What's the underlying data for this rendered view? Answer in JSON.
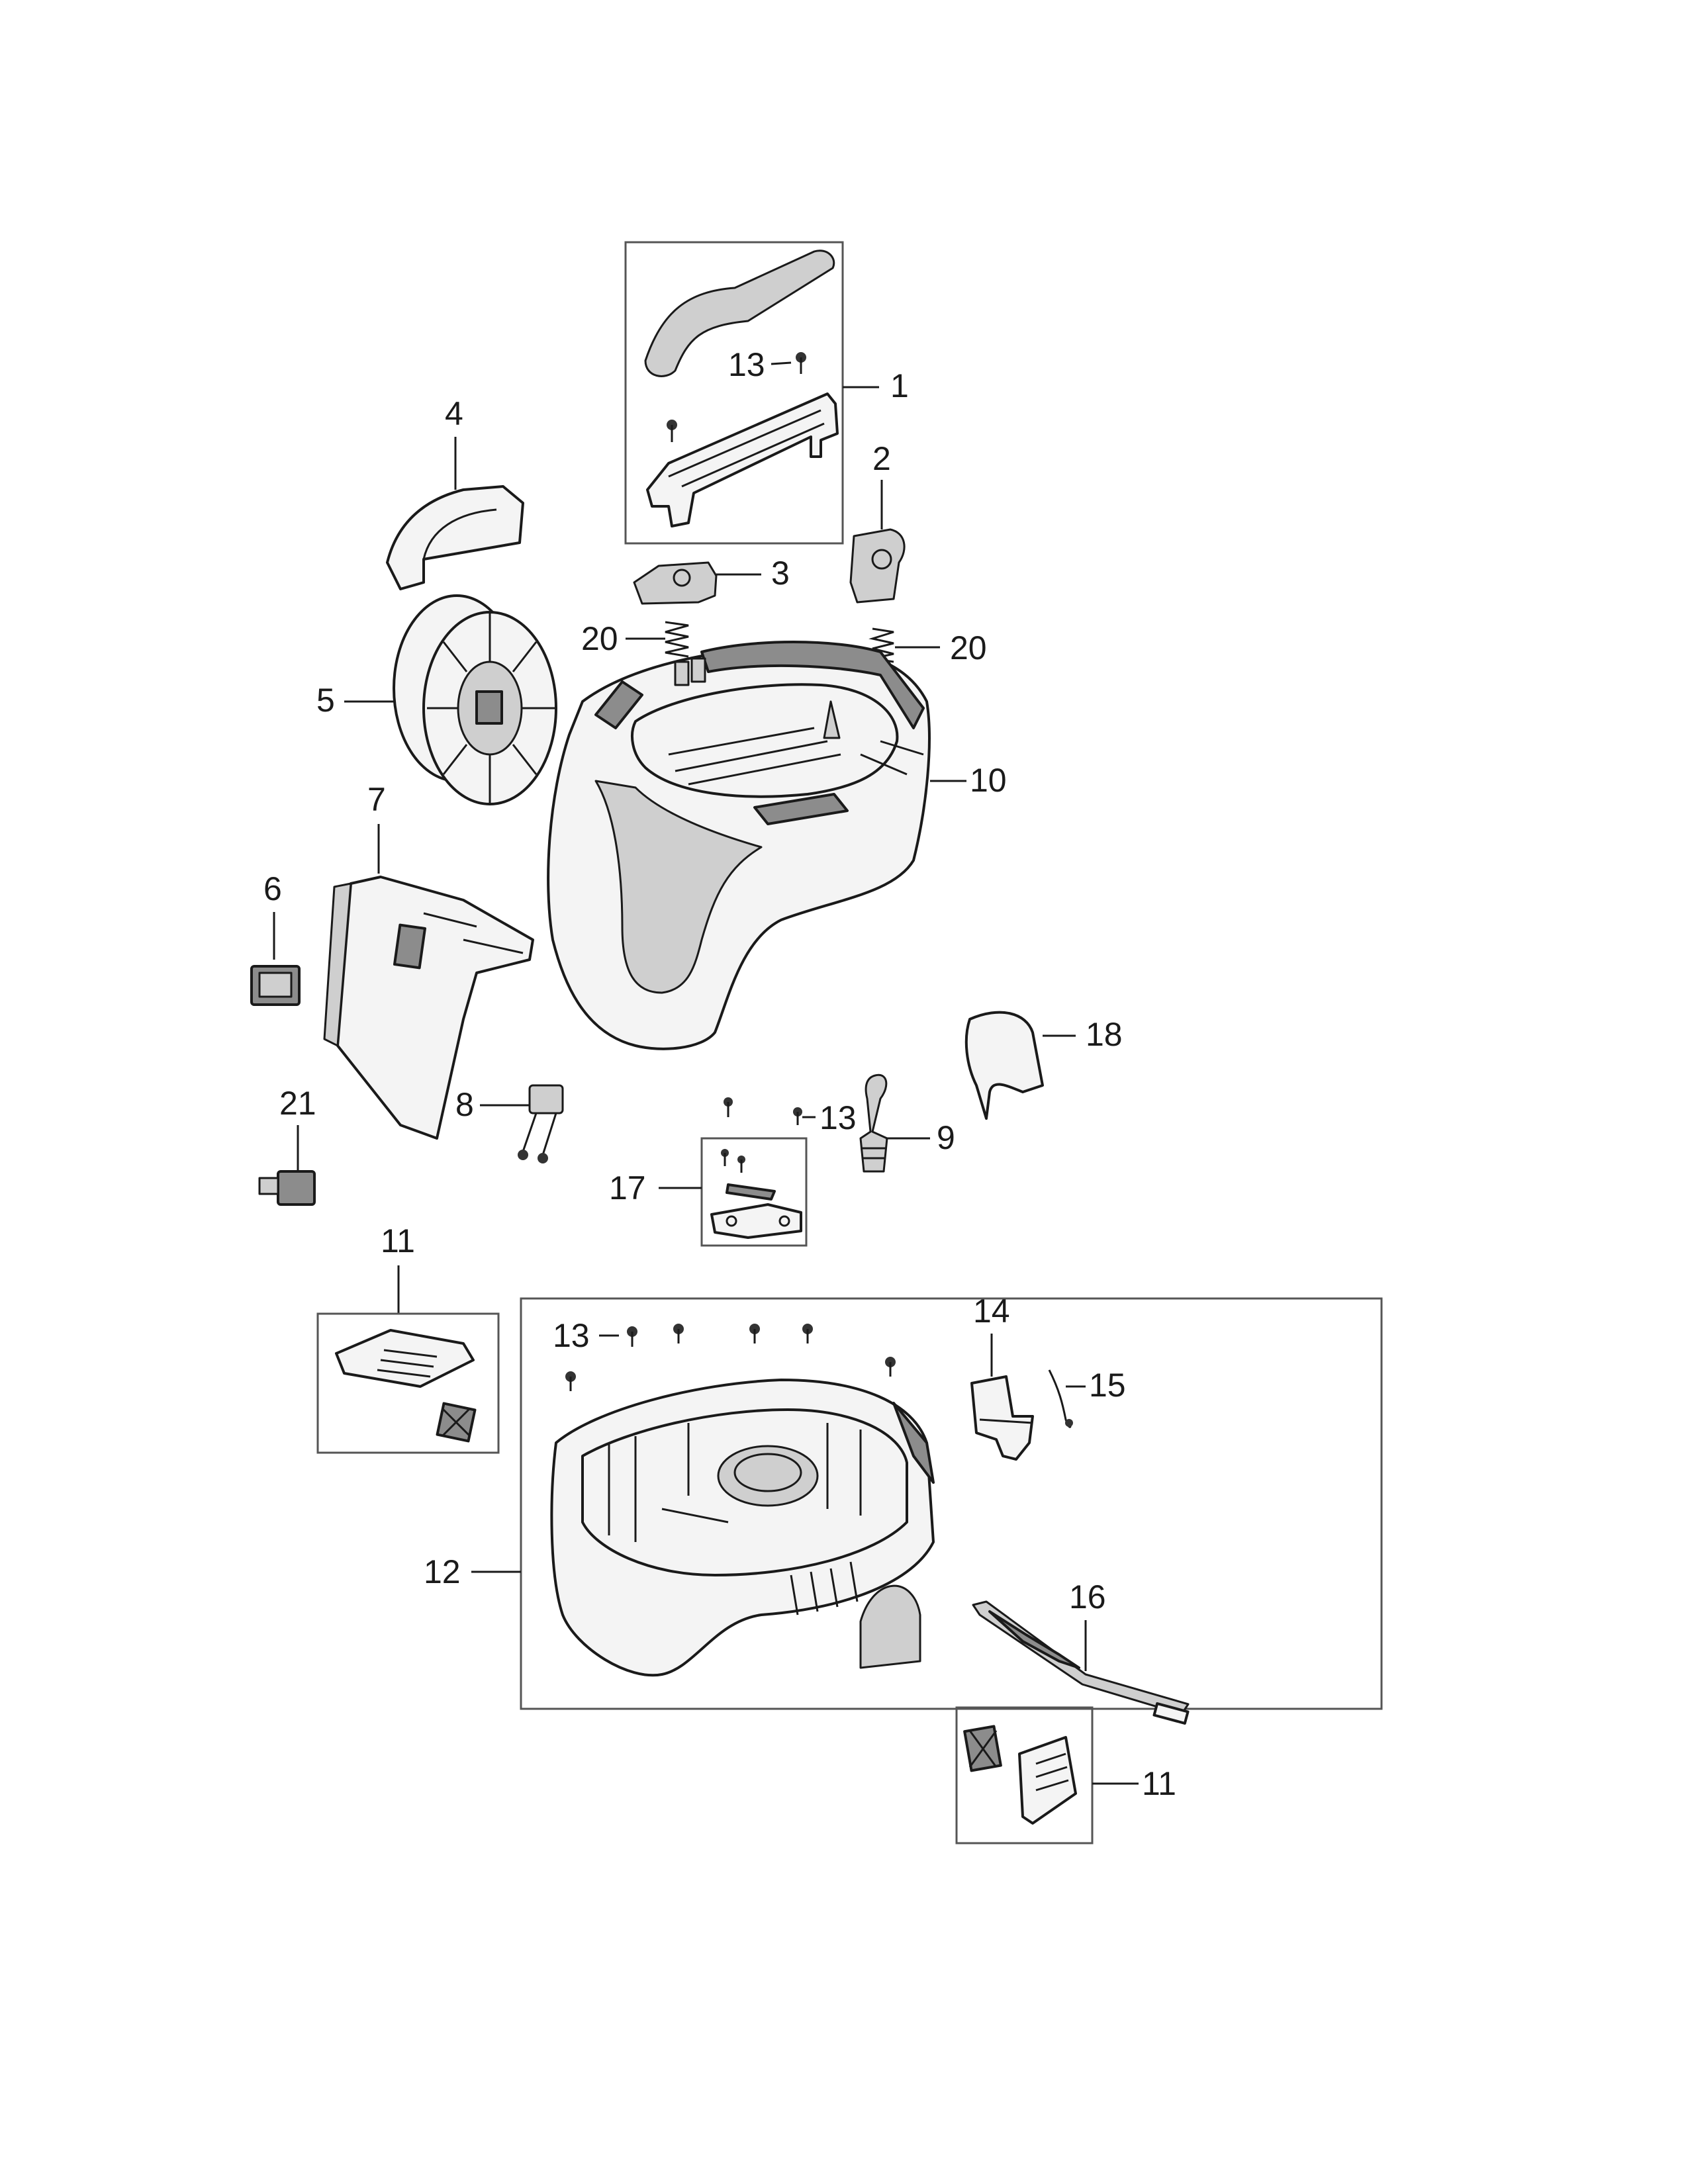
{
  "colors": {
    "line": "#1a1a1a",
    "box": "#555555",
    "part_fill": "#f4f4f4",
    "part_dark": "#8c8c8c",
    "part_mid": "#cfcfcf"
  },
  "labels": {
    "l1": "1",
    "l2": "2",
    "l3": "3",
    "l4": "4",
    "l5": "5",
    "l6": "6",
    "l7": "7",
    "l8": "8",
    "l9": "9",
    "l10": "10",
    "l11a": "11",
    "l11b": "11",
    "l12": "12",
    "l13a": "13",
    "l13b": "13",
    "l13c": "13",
    "l14": "14",
    "l15": "15",
    "l16": "16",
    "l17": "17",
    "l18": "18",
    "l20a": "20",
    "l20b": "20",
    "l21": "21"
  }
}
